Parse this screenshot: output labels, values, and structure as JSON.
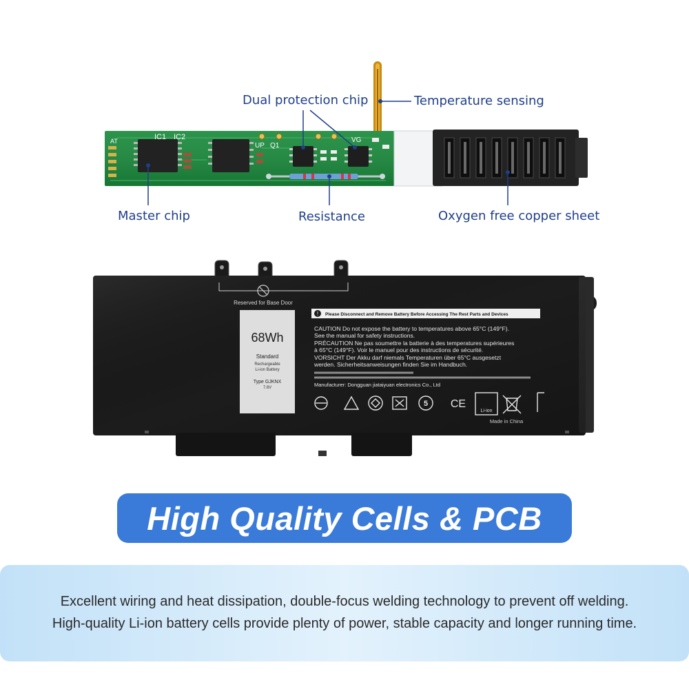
{
  "pcb_diagram": {
    "callouts": {
      "dual_protection_chip": "Dual protection chip",
      "temperature_sensing": "Temperature sensing",
      "master_chip": "Master chip",
      "resistance": "Resistance",
      "oxygen_free_copper_sheet": "Oxygen free copper sheet"
    },
    "silkscreen": {
      "ic1": "IC1",
      "ic2": "IC2",
      "up": "UP",
      "q1": "Q1",
      "vg": "VG",
      "at": "AT"
    }
  },
  "battery": {
    "reserved_label": "Reserved for Base Door",
    "sticker": {
      "capacity": "68Wh",
      "standard": "Standard",
      "rechargeable": "Rechargeable",
      "type_line": "Li-ion Battery",
      "model": "Type GJKNX",
      "voltage": "7.6V"
    },
    "warning_header": "Please Disconnect and Remove Battery Before Accessing The Rest Parts and Devices",
    "caution_lines": [
      "CAUTION  Do not expose the battery to temperatures above 65°C (149°F).",
      "See the manual for safety instructions.",
      "PRÉCAUTION   Ne pas soumettre la batterie à des temperatures supérieures",
      "à 65°C (149°F). Voir le manuel pour des instructions de sécurité.",
      "VORSICHT  Der Akku darf niemals Temperaturen über 65°C ausgesetzt",
      "werden. Sicherheitsanweisungen finden Sie im Handbuch."
    ],
    "manufacturer": "Manufacturer: Dongguan jiataiyuan electronics Co., Ltd",
    "cert_five": "5",
    "ce_mark": "CE",
    "li_ion_label": "Li-ion",
    "made_in": "Made in China"
  },
  "banner": {
    "title": "High Quality Cells & PCB"
  },
  "description": {
    "line1": "Excellent wiring and heat dissipation, double-focus welding technology to prevent off welding.",
    "line2": "High-quality Li-ion battery cells provide plenty of power, stable capacity and longer running time."
  },
  "colors": {
    "callout_text": "#1f3f8a",
    "banner_bg": "#3a7ad9",
    "pcb_green": "#1a8a3c",
    "battery_body": "#1c1c1c",
    "description_bg": "#d4ebfb"
  }
}
